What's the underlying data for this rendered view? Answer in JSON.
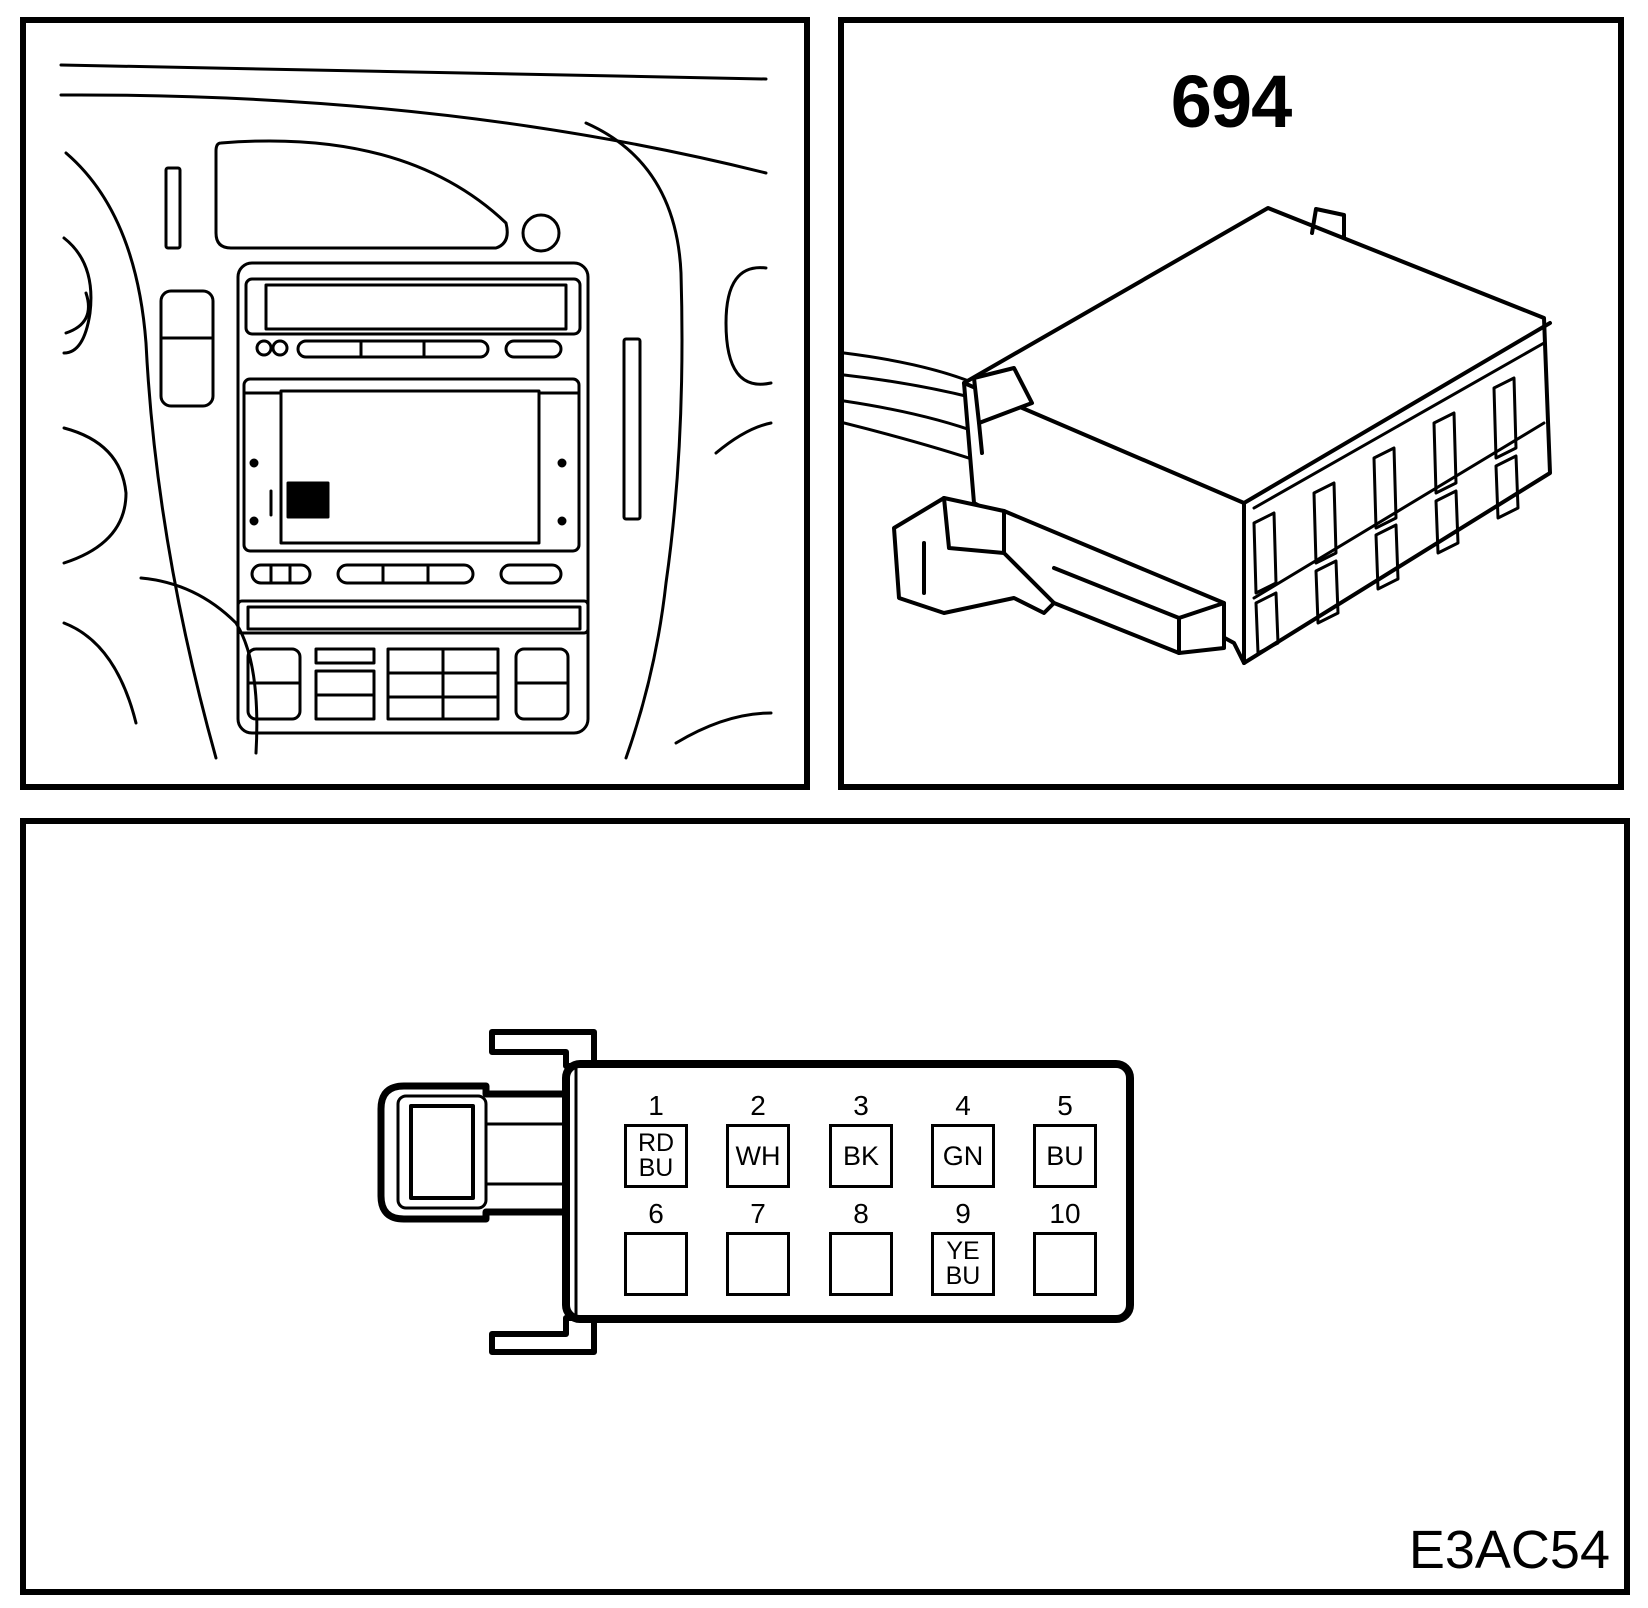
{
  "connector": {
    "code": "694",
    "image_ref": "E3AC54"
  },
  "pins": [
    {
      "number": "1",
      "color_lines": [
        "RD",
        "BU"
      ]
    },
    {
      "number": "2",
      "color_lines": [
        "WH"
      ]
    },
    {
      "number": "3",
      "color_lines": [
        "BK"
      ]
    },
    {
      "number": "4",
      "color_lines": [
        "GN"
      ]
    },
    {
      "number": "5",
      "color_lines": [
        "BU"
      ]
    },
    {
      "number": "6",
      "color_lines": []
    },
    {
      "number": "7",
      "color_lines": []
    },
    {
      "number": "8",
      "color_lines": []
    },
    {
      "number": "9",
      "color_lines": [
        "YE",
        "BU"
      ]
    },
    {
      "number": "10",
      "color_lines": []
    }
  ]
}
